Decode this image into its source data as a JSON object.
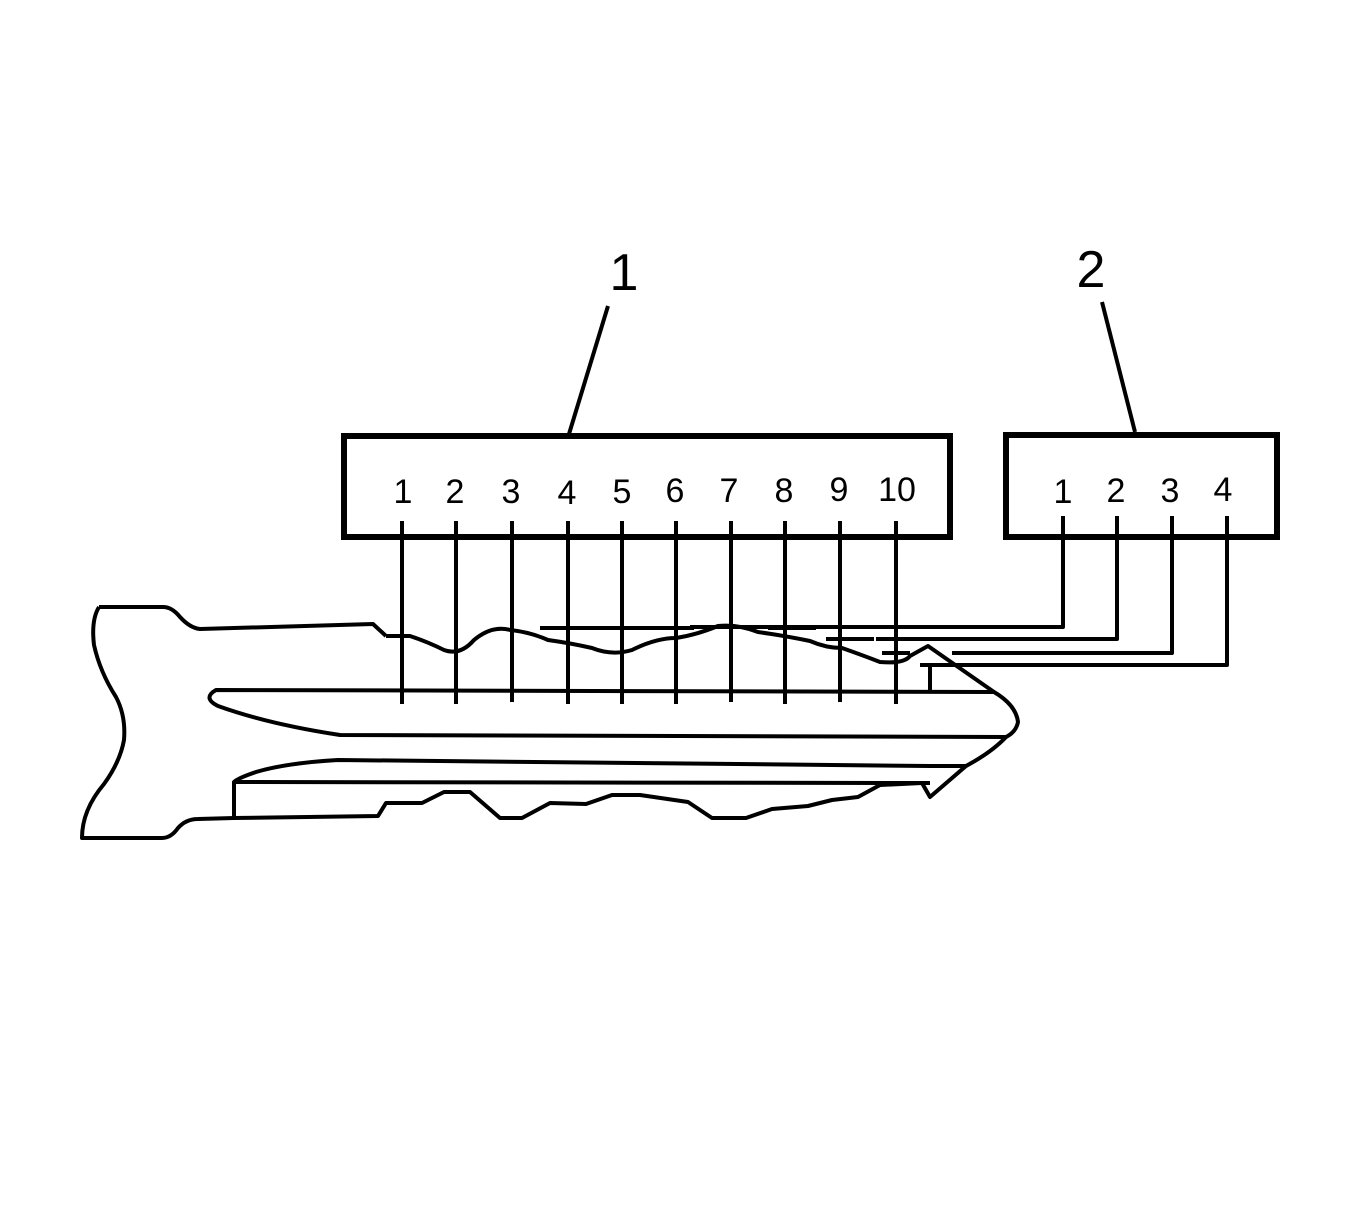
{
  "callouts": {
    "first": "1",
    "second": "2"
  },
  "box1_pins": [
    "1",
    "2",
    "3",
    "4",
    "5",
    "6",
    "7",
    "8",
    "9",
    "10"
  ],
  "box2_pins": [
    "1",
    "2",
    "3",
    "4"
  ],
  "colors": {
    "line": "#000000",
    "background": "#ffffff"
  }
}
